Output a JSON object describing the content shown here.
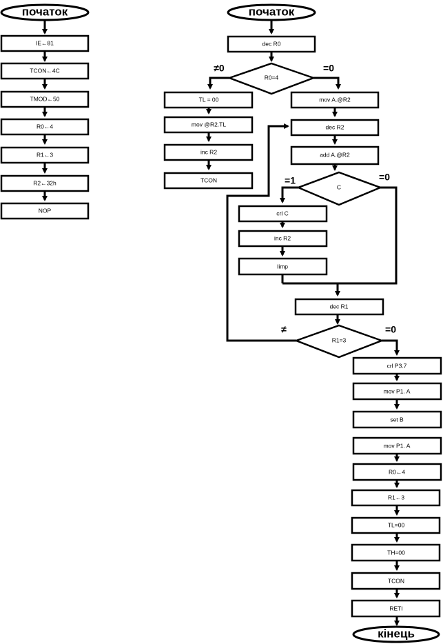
{
  "left_flow": {
    "start": "початок",
    "steps": [
      "IE←81",
      "TCON←4C",
      "TMOD←50",
      "R0←4",
      "R1←3",
      "R2←32h",
      "NOP"
    ]
  },
  "right_flow": {
    "start": "початок",
    "dec_r0": "dec R0",
    "cond_r0": "R0=4",
    "label_ne0": "≠0",
    "label_eq0_a": "=0",
    "branch_ne": [
      "TL = 00",
      "mov @R2.TL",
      "inc R2",
      "TCON"
    ],
    "mov_a_r2": "mov A.@R2",
    "dec_r2": "dec R2",
    "add_a_r2": "add A.@R2",
    "cond_c": "C",
    "label_eq1": "=1",
    "label_eq0_b": "=0",
    "carry_branch": [
      "crl C",
      "inc R2",
      "Iimp"
    ],
    "dec_r1": "dec R1",
    "cond_r1": "R1=3",
    "label_ne": "≠",
    "label_eq0_c": "=0",
    "tail": [
      "crl P3.7",
      "mov P1. A",
      "set B",
      "mov P1. A",
      "R0←4",
      "R1←3",
      "TL=00",
      "TH=00",
      "TCON",
      "RETI"
    ],
    "end": "кінець"
  }
}
